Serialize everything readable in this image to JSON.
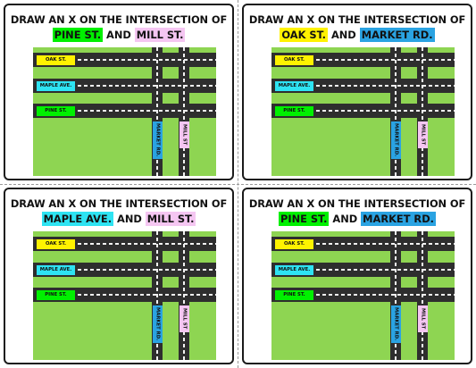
{
  "colors": {
    "oak": "#fff200",
    "maple": "#2ee3f2",
    "pine": "#00f000",
    "market": "#2aa3e2",
    "mill": "#f5c6f2",
    "grass": "#8ed552",
    "road": "#2e2e2e"
  },
  "sign_labels": {
    "oak": "OAK ST.",
    "maple": "MAPLE AVE.",
    "pine": "PINE ST.",
    "market": "MARKET RD.",
    "mill": "MILL ST"
  },
  "cards": [
    {
      "title": "DRAW AN X ON THE INTERSECTION OF",
      "street_a": "PINE ST.",
      "street_a_key": "pine",
      "connector": "AND",
      "street_b": "MILL ST.",
      "street_b_key": "mill"
    },
    {
      "title": "DRAW AN X ON THE INTERSECTION OF",
      "street_a": "OAK ST.",
      "street_a_key": "oak",
      "connector": "AND",
      "street_b": "MARKET RD.",
      "street_b_key": "market"
    },
    {
      "title": "DRAW AN X ON THE INTERSECTION OF",
      "street_a": "MAPLE AVE.",
      "street_a_key": "maple",
      "connector": "AND",
      "street_b": "MILL ST.",
      "street_b_key": "mill"
    },
    {
      "title": "DRAW AN X ON THE INTERSECTION OF",
      "street_a": "PINE ST.",
      "street_a_key": "pine",
      "connector": "AND",
      "street_b": "MARKET RD.",
      "street_b_key": "market"
    }
  ]
}
